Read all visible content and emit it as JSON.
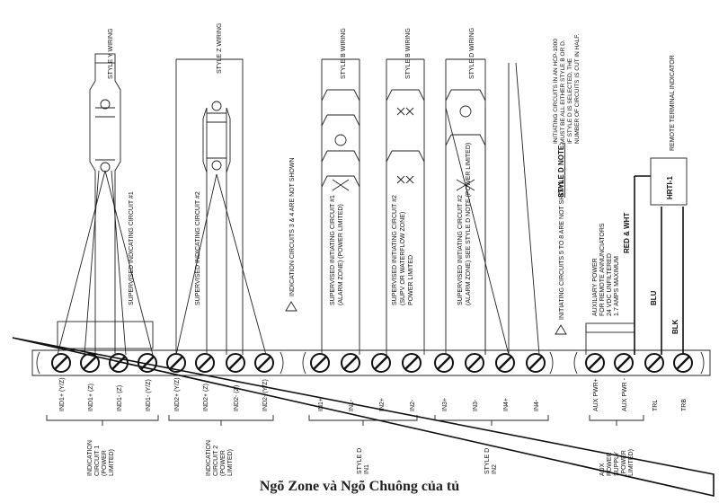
{
  "caption": "Ngõ Zone và Ngõ Chuông của tủ",
  "wiring_styles": {
    "style_y": "STYLE Y WIRING",
    "style_z": "STYLE Z WIRING",
    "style_b1": "STYLE B WIRING",
    "style_b2": "STYLE B WIRING",
    "style_d": "STYLE D WIRING"
  },
  "circuits": {
    "sic1": "SUPERVISED INDICATING CIRCUIT #1",
    "sic2": "SUPERVISED INDICATING CIRCUIT #2",
    "ind34": "INDICATION CIRCUITS 3 & 4 ARE NOT SHOWN",
    "sinit1_l1": "SUPERVISED INITIATING CIRCUIT #1",
    "sinit1_l2": "(ALARM ZONE) (POWER LIMITED)",
    "sinit2_l1": "SUPERVISED INITIATING CIRCUIT #2",
    "sinit2_l2": "(SUPV OR WATERFLOW ZONE)",
    "sinit2_l3": "POWER LIMITED",
    "sinit3_l1": "SUPERVISED INITIATING CIRCUIT #2",
    "sinit3_l2": "(ALARM ZONE) SEE STYLE D NOTE (POWER LIMITED)",
    "init58": "INITIATING CIRCUITS 5 TO 8 ARE NOT SHOWN"
  },
  "aux": {
    "l1": "AUXILIARY POWER",
    "l2": "FOR REMOTE ANNUNCIATORS",
    "l3": "24 VDC UNFILTERED",
    "l4": "1.7 AMPS MAXIMUM"
  },
  "style_d_note": {
    "title": "STYLE D NOTE:",
    "l1": "INITIATING CIRCUITS IN AN HCP-1000",
    "l2": "MUST BE ALL EITHER STYLE B OR D.",
    "l3": "IF STYLE D IS SELECTED, THE",
    "l4": "NUMBER OF CIRCUITS IS CUT IN HALF."
  },
  "remote": {
    "title": "REMOTE TERMINAL INDICATOR",
    "device": "HRTI-1",
    "wire_red": "RED & WHT",
    "wire_blu": "BLU",
    "wire_blk": "BLK"
  },
  "terminals": [
    "IND1+ (Y/Z)",
    "IND1+ (Z)",
    "IND1- (Z)",
    "IND1- (Y/Z)",
    "IND2+ (Y/Z)",
    "IND2+ (Z)",
    "IND2- (Z)",
    "IND2- (Y/Z)",
    "IN1+",
    "IN1-",
    "IN2+",
    "IN2-",
    "IN3+",
    "IN3-",
    "IN4+",
    "IN4-",
    "AUX PWR+",
    "AUX PWR -",
    "TRL",
    "TRB"
  ],
  "groups": {
    "ind1_l1": "INDICATION",
    "ind1_l2": "CIRCUIT 1",
    "ind1_l3": "(POWER",
    "ind1_l4": "LIMITED)",
    "ind2_l1": "INDICATION",
    "ind2_l2": "CIRCUIT 2",
    "ind2_l3": "(POWER",
    "ind2_l4": "LIMITED)",
    "in1_l1": "STYLE D",
    "in1_l2": "IN1",
    "in2_l1": "STYLE D",
    "in2_l2": "IN2",
    "aux_l1": "AUX",
    "aux_l2": "POWER",
    "aux_l3": "SUPPLY",
    "aux_l4": "(POWER",
    "aux_l5": "LIMITED)"
  }
}
